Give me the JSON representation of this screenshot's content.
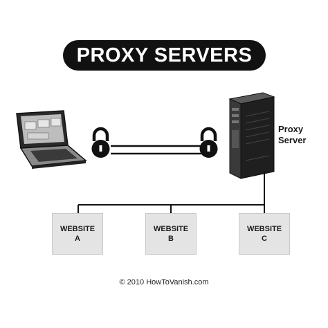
{
  "title": "PROXY SERVERS",
  "server": {
    "label_line1": "Proxy",
    "label_line2": "Server"
  },
  "websites": [
    {
      "line1": "WEBSITE",
      "line2": "A"
    },
    {
      "line1": "WEBSITE",
      "line2": "B"
    },
    {
      "line1": "WEBSITE",
      "line2": "C"
    }
  ],
  "footer": {
    "copyright": "© 2010 HowToVanish.com"
  },
  "icons": [
    "laptop-icon",
    "padlock-icon",
    "server-tower-icon"
  ],
  "colors": {
    "ink": "#111111",
    "box_fill": "#e4e4e4"
  }
}
